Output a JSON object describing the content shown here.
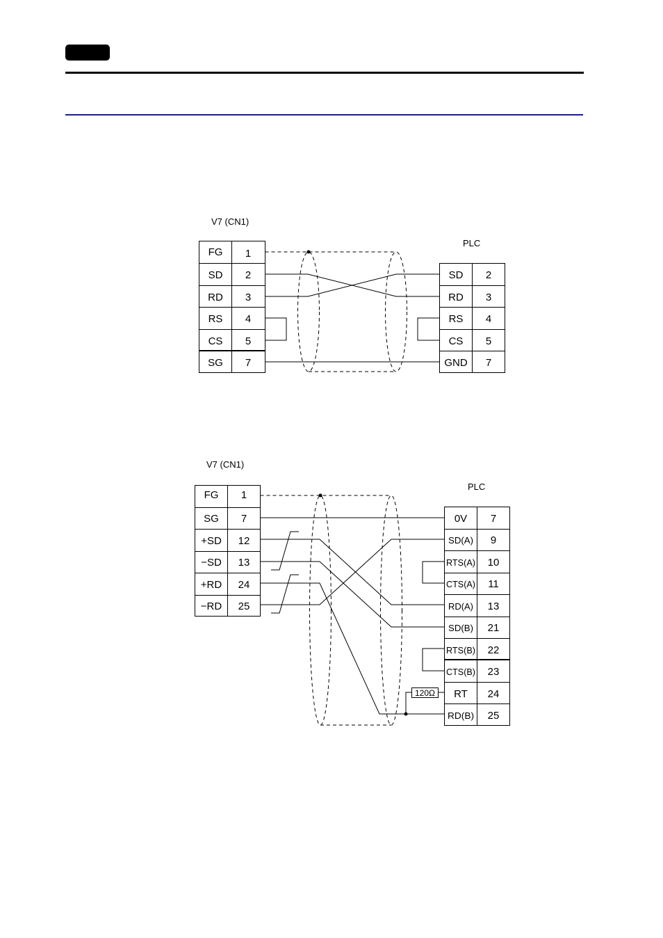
{
  "diagram1": {
    "v7_label": "V7  (CN1)",
    "plc_label": "PLC",
    "left": [
      {
        "name": "FG",
        "pin": "1"
      },
      {
        "name": "SD",
        "pin": "2"
      },
      {
        "name": "RD",
        "pin": "3"
      },
      {
        "name": "RS",
        "pin": "4"
      },
      {
        "name": "CS",
        "pin": "5"
      },
      {
        "name": "SG",
        "pin": "7"
      }
    ],
    "right": [
      {
        "name": "SD",
        "pin": "2"
      },
      {
        "name": "RD",
        "pin": "3"
      },
      {
        "name": "RS",
        "pin": "4"
      },
      {
        "name": "CS",
        "pin": "5"
      },
      {
        "name": "GND",
        "pin": "7"
      }
    ]
  },
  "diagram2": {
    "v7_label": "V7  (CN1)",
    "plc_label": "PLC",
    "resistor_label": "120Ω",
    "left": [
      {
        "name": "FG",
        "pin": "1"
      },
      {
        "name": "SG",
        "pin": "7"
      },
      {
        "name": "+SD",
        "pin": "12"
      },
      {
        "name": "−SD",
        "pin": "13"
      },
      {
        "name": "+RD",
        "pin": "24"
      },
      {
        "name": "−RD",
        "pin": "25"
      }
    ],
    "right": [
      {
        "name": "0V",
        "pin": "7"
      },
      {
        "name": "SD(A)",
        "pin": "9"
      },
      {
        "name": "RTS(A)",
        "pin": "10"
      },
      {
        "name": "CTS(A)",
        "pin": "11"
      },
      {
        "name": "RD(A)",
        "pin": "13"
      },
      {
        "name": "SD(B)",
        "pin": "21"
      },
      {
        "name": "RTS(B)",
        "pin": "22"
      },
      {
        "name": "CTS(B)",
        "pin": "23"
      },
      {
        "name": "RT",
        "pin": "24"
      },
      {
        "name": "RD(B)",
        "pin": "25"
      }
    ]
  }
}
